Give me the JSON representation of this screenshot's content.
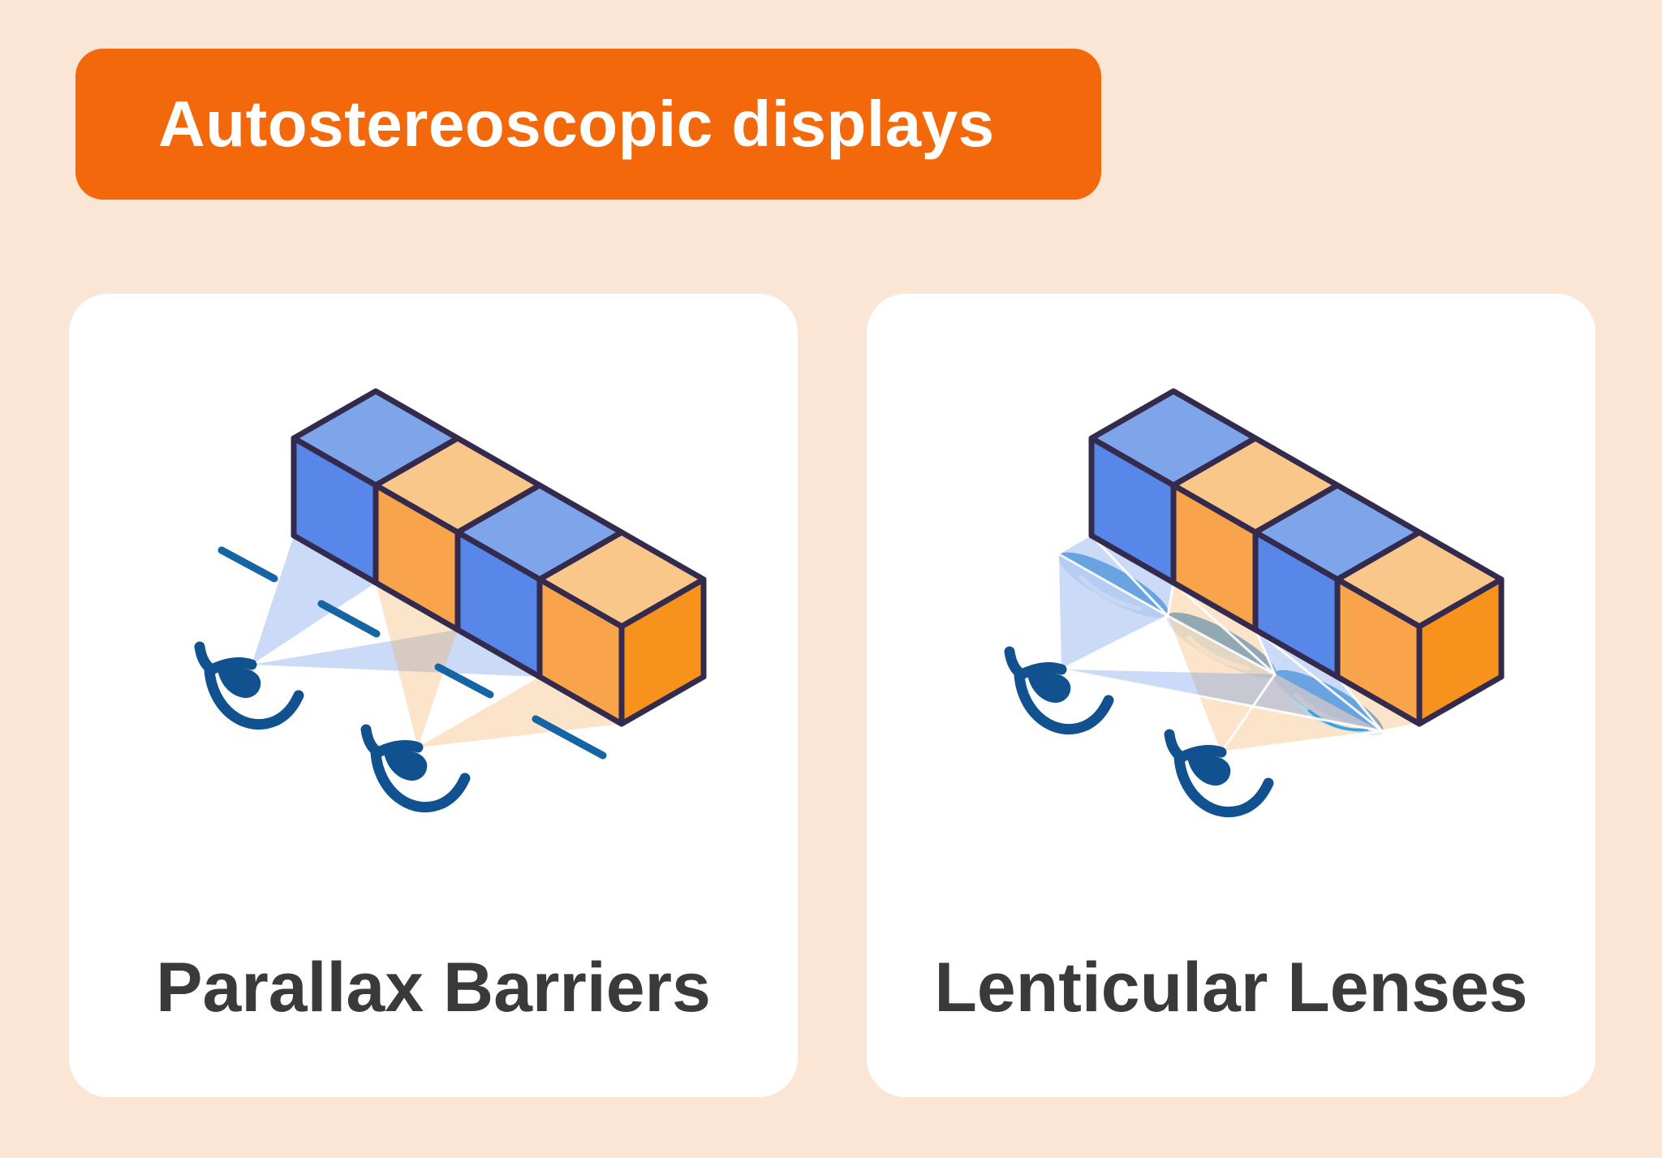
{
  "banner": {
    "title": "Autostereoscopic displays"
  },
  "cards": [
    {
      "id": "parallax-barriers",
      "caption": "Parallax Barriers"
    },
    {
      "id": "lenticular-lenses",
      "caption": "Lenticular Lenses"
    }
  ],
  "icons": [
    "display-pixel-cube-bar-icon",
    "eye-icon",
    "parallax-barrier-dashed-line",
    "light-beam",
    "lenticular-lens-icon"
  ],
  "colors": {
    "page_background": "#FBE6D6",
    "banner_background": "#F2680B",
    "banner_text": "#FFFFFF",
    "card_background": "#FFFFFF",
    "caption_text": "#3A3A3A",
    "cube_outline": "#332A4D",
    "cube_blue_top": "#7EA5EA",
    "cube_blue_front": "#5788E9",
    "cube_orange_top": "#FAC78A",
    "cube_orange_front": "#F8A44B",
    "cube_orange_end": "#F7921C",
    "beam_blue": "rgba(106,149,229,0.35)",
    "beam_orange": "rgba(242,165,75,0.30)",
    "barrier_dash": "#1565A5",
    "eye": "#11518F",
    "lens_top": "rgba(85,160,220,0.85)",
    "lens_body": "rgba(120,175,225,0.25)",
    "lens_highlight": "rgba(255,255,255,0.75)",
    "lens_crescent": "#A9DCF5",
    "lens_crescent_rim": "#3F9FDB",
    "ray_line": "rgba(255,255,255,0.9)"
  }
}
